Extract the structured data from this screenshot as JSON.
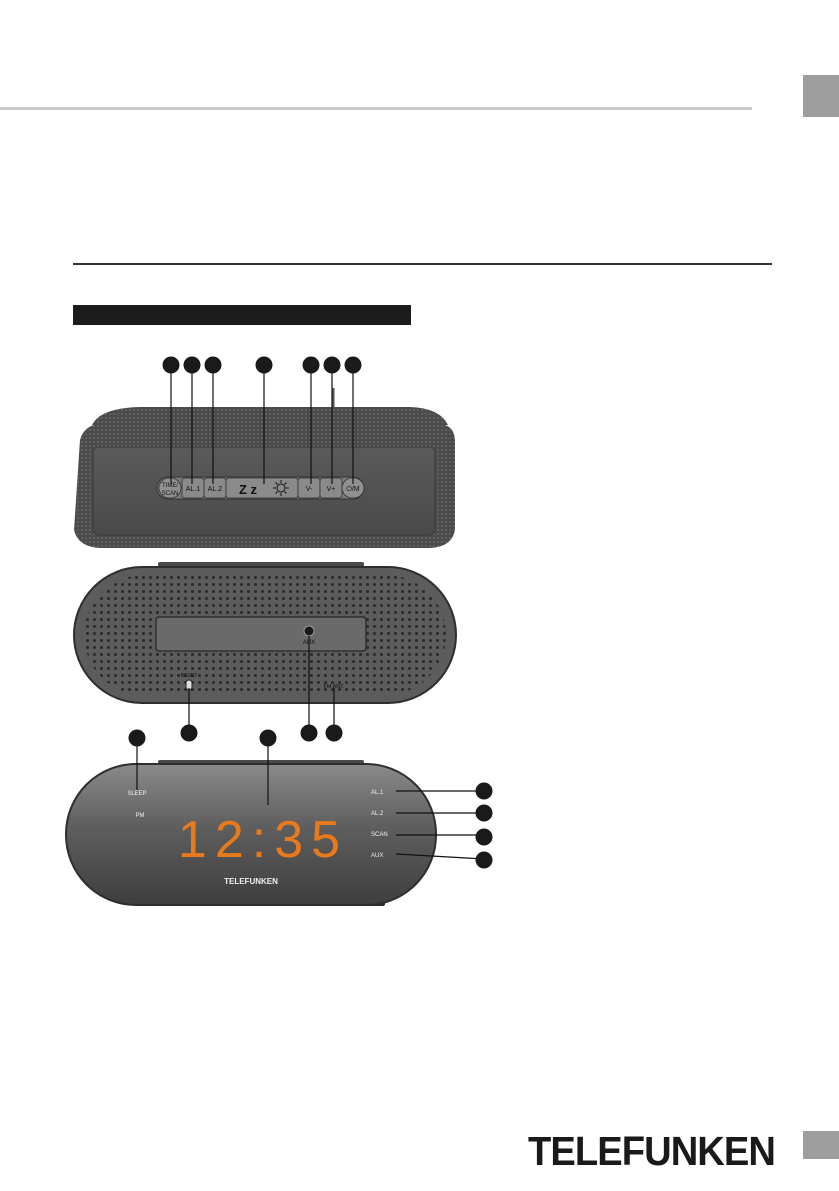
{
  "top_view": {
    "buttons": [
      "TIME/\nSCAN",
      "AL.1",
      "AL.2",
      "Zz",
      "☼",
      "V-",
      "V+",
      "⏻/M"
    ],
    "time_label": "TIME/",
    "scan_label": "SCAN",
    "al1_label": "AL.1",
    "al2_label": "AL.2",
    "snooze_label": "Z z",
    "vminus_label": "V-",
    "vplus_label": "V+",
    "power_label": "⏻/M"
  },
  "back_view": {
    "aux_label": "AUX",
    "ant_label": "FM ANT.",
    "reset_label": "RESET"
  },
  "front_view": {
    "sleep_label": "SLEEP",
    "pm_label": "PM",
    "time_display": "12:35",
    "brand": "TELEFUNKEN",
    "indicators": [
      "AL.1",
      "AL.2",
      "SCAN",
      "AUX"
    ]
  },
  "footer": {
    "logo": "TELEFUNKEN"
  },
  "colors": {
    "display_digits": "#e87a1c",
    "device_body": "#555555",
    "section_bar": "#1c1c1c",
    "tab": "#9d9d9d"
  }
}
